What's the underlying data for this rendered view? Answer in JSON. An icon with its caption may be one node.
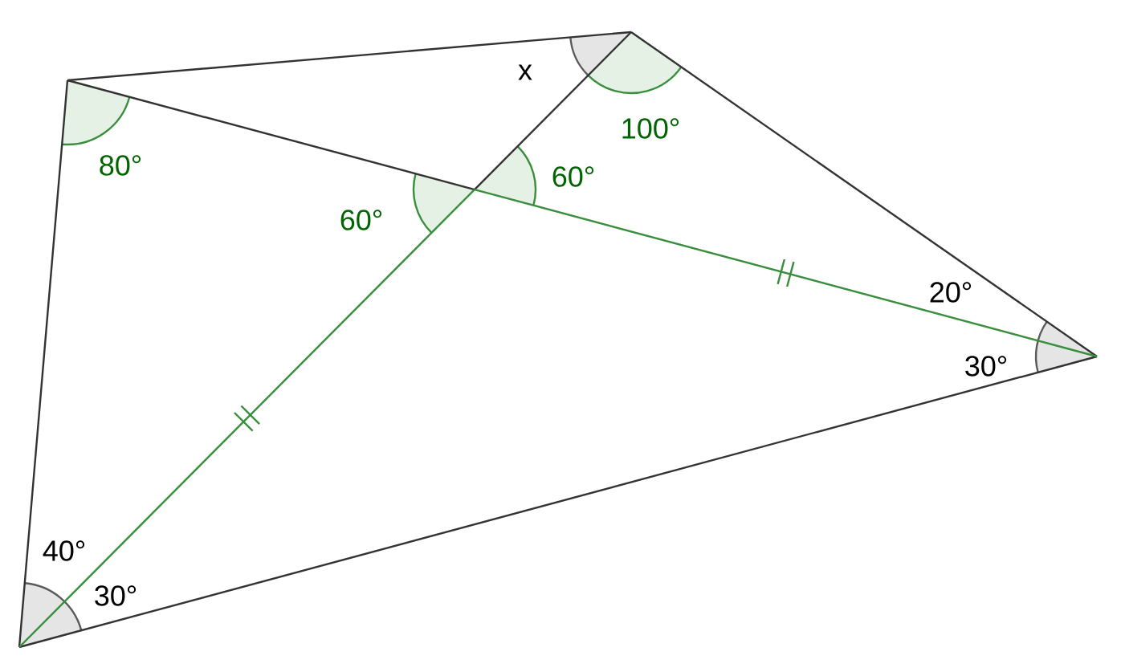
{
  "diagram": {
    "labels": [
      "x",
      "100°",
      "80°",
      "60°",
      "60°",
      "20°",
      "30°",
      "40°",
      "30°"
    ]
  }
}
